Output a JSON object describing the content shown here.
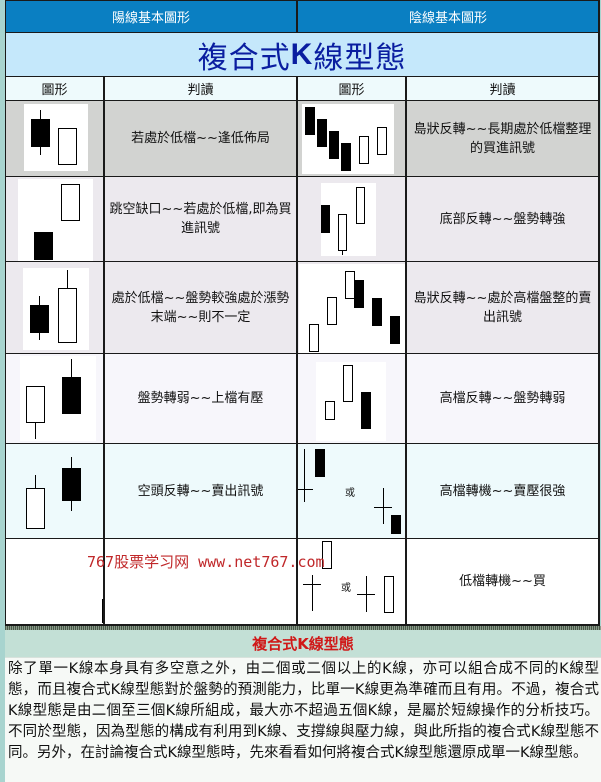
{
  "header": {
    "left_title": "陽線基本圖形",
    "right_title": "陰線基本圖形"
  },
  "main_title": {
    "prefix": "複合式",
    "k": "K",
    "suffix": "線型態"
  },
  "columns": {
    "left_shape": "圖形",
    "left_reading": "判讀",
    "right_shape": "圖形",
    "right_reading": "判讀"
  },
  "rows": [
    {
      "left_reading": "若處於低檔~~逢低佈局",
      "right_reading": "島狀反轉~~長期處於低檔整理的買進訊號"
    },
    {
      "left_reading": "跳空缺口~~若處於低檔,即為買進訊號",
      "right_reading": "底部反轉~~盤勢轉強"
    },
    {
      "left_reading": "處於低檔~~盤勢較強處於漲勢末端~~則不一定",
      "right_reading": "島狀反轉~~處於高檔盤整的賣出訊號"
    },
    {
      "left_reading": "盤勢轉弱~~上檔有壓",
      "right_reading": "高檔反轉~~盤勢轉弱"
    },
    {
      "left_reading": "空頭反轉~~賣出訊號",
      "right_reading": "高檔轉機~~賣壓很強"
    },
    {
      "left_reading": "",
      "right_reading": "低檔轉機~~買"
    }
  ],
  "or_label": "或",
  "watermark": "767股票学习网 www.net767.com",
  "section": {
    "title": "複合式K線型態",
    "paragraph": "除了單一K線本身具有多空意之外，由二個或二個以上的K線，亦可以組合成不同的K線型態，而且複合式K線型態對於盤勢的預測能力，比單一K線更為準確而且有用。不過，複合式K線型態是由二個至三個K線所組成，最大亦不超過五個K線，是屬於短線操作的分析技巧。不同於型態，因為型態的構成有利用到K線、支撐線與壓力線，與此所指的複合式K線型態不同。另外，在討論複合式K線型態時，先來看看如何將複合式K線型態還原成單一K線型態。"
  },
  "colors": {
    "header_bg": "#0a7fc2",
    "title_bg": "#c5e8fb",
    "title_text": "#0a1ea0",
    "section_title_text": "#d01818",
    "watermark": "#c0282a"
  }
}
